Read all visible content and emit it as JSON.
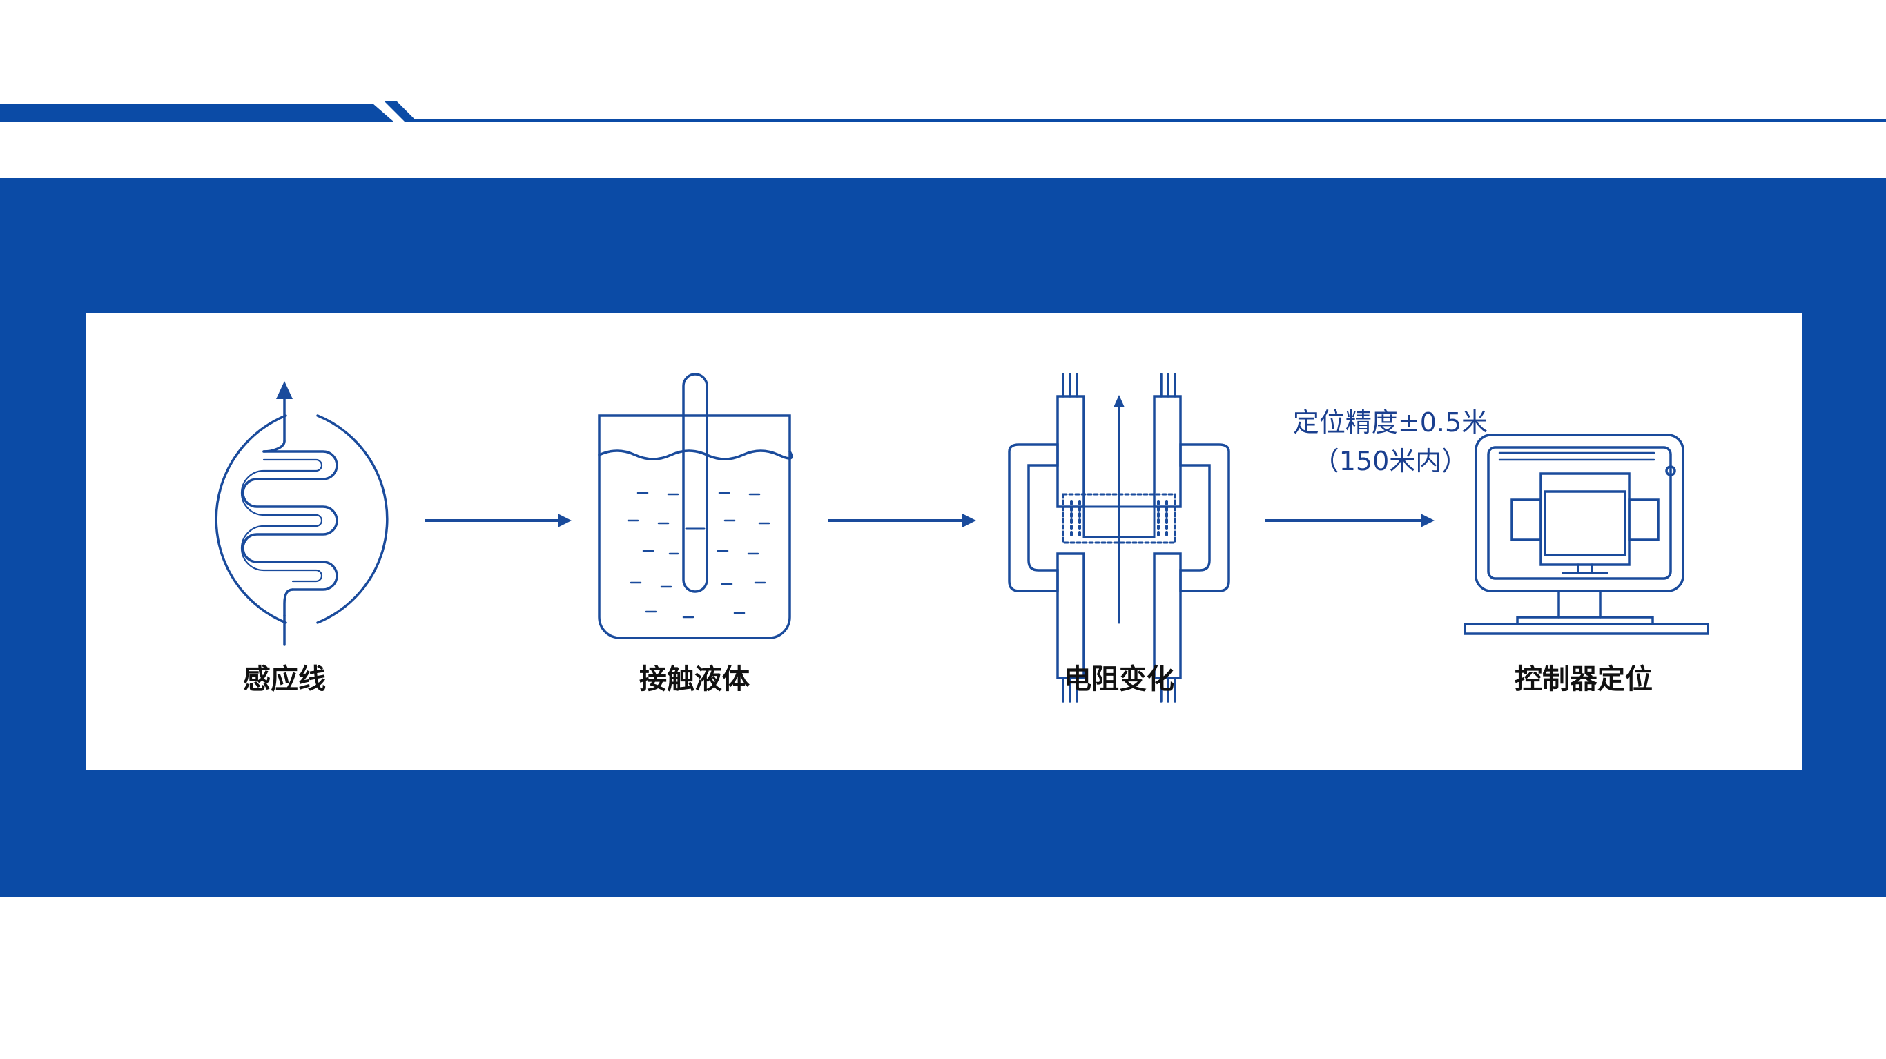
{
  "colors": {
    "brand_blue": "#0b4ba6",
    "line_blue": "#1a4b9c",
    "panel_bg": "#ffffff",
    "text": "#111111"
  },
  "steps": [
    {
      "label": "感应线",
      "icon": "sensor-wire-icon"
    },
    {
      "label": "接触液体",
      "icon": "liquid-beaker-icon"
    },
    {
      "label": "电阻变化",
      "icon": "resistance-change-icon"
    },
    {
      "label": "控制器定位",
      "icon": "controller-monitor-icon"
    }
  ],
  "annotation": {
    "line1": "定位精度±0.5米",
    "line2": "（150米内）"
  }
}
